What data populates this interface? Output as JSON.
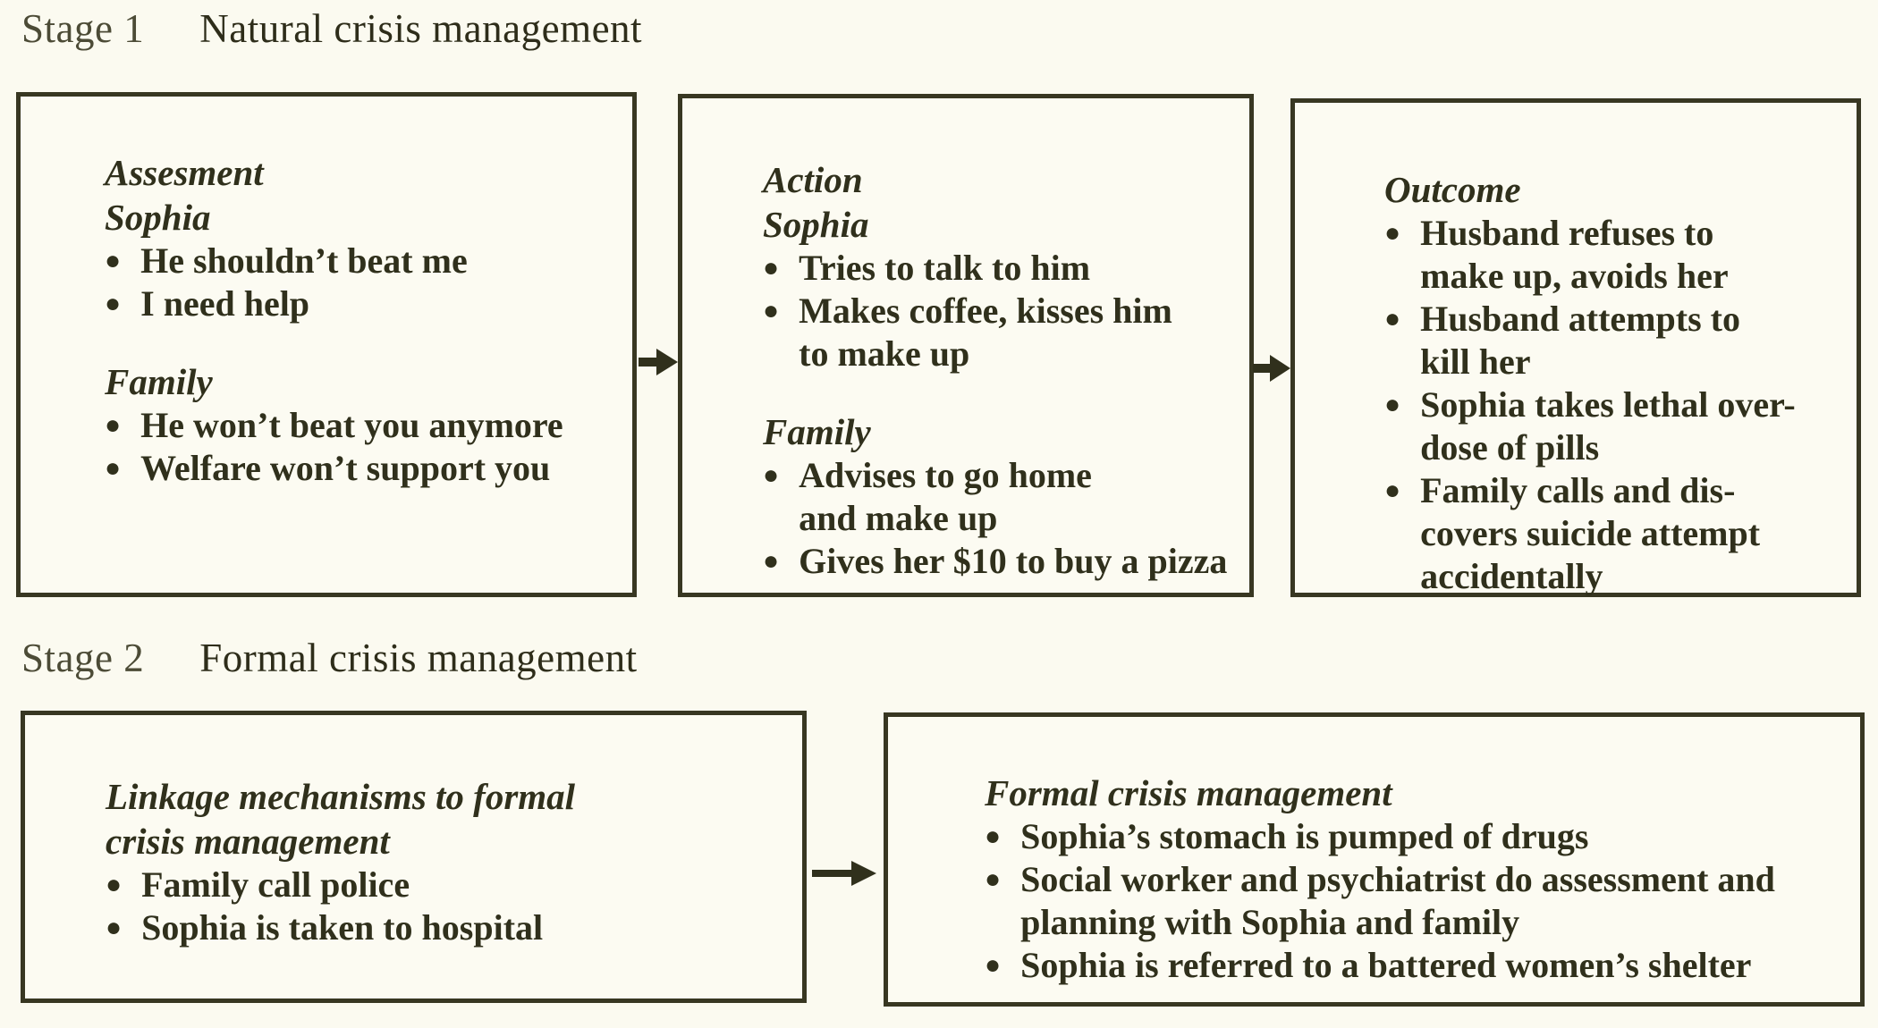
{
  "icons": {
    "bullet": "●"
  },
  "stage1": {
    "label": "Stage 1",
    "title": "Natural crisis management",
    "assessment_box": {
      "title": "Assesment",
      "sections": [
        {
          "heading": "Sophia",
          "bullets": [
            "He shouldn’t beat me",
            "I need help"
          ]
        },
        {
          "heading": "Family",
          "bullets": [
            "He won’t beat you anymore",
            "Welfare won’t support you"
          ]
        }
      ]
    },
    "action_box": {
      "title": "Action",
      "sections": [
        {
          "heading": "Sophia",
          "bullets": [
            "Tries to talk to him",
            "Makes coffee, kisses him\nto make up"
          ]
        },
        {
          "heading": "Family",
          "bullets": [
            "Advises to go home\nand make up",
            "Gives her $10 to buy a pizza"
          ]
        }
      ]
    },
    "outcome_box": {
      "title": "Outcome",
      "bullets": [
        "Husband refuses to\nmake up, avoids her",
        "Husband attempts to\nkill her",
        "Sophia takes lethal over-\ndose of pills",
        "Family calls and dis-\ncovers suicide attempt\naccidentally"
      ]
    }
  },
  "stage2": {
    "label": "Stage 2",
    "title": "Formal crisis management",
    "linkage_box": {
      "title": "Linkage mechanisms to formal\ncrisis management",
      "bullets": [
        "Family call police",
        "Sophia is taken to hospital"
      ]
    },
    "formal_box": {
      "title": "Formal crisis management",
      "bullets": [
        "Sophia’s stomach is pumped of drugs",
        "Social worker and psychiatrist do assessment and\nplanning with Sophia and family",
        "Sophia is referred to a battered women’s shelter"
      ]
    }
  }
}
